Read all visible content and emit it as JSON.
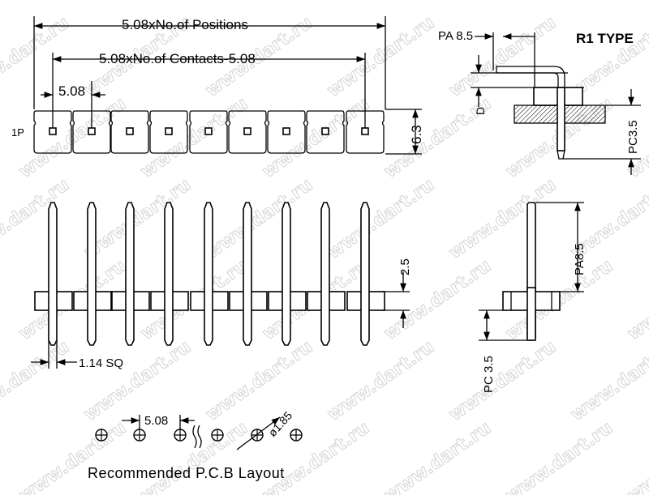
{
  "watermark": "www.dart.ru",
  "top_view": {
    "positions_dim": "5.08xNo.of Positions",
    "contacts_dim": "5.08xNo.of Contacts-5.08",
    "pitch": "5.08",
    "pin1": "1P",
    "height": "6.3"
  },
  "r1_view": {
    "title": "R1 TYPE",
    "pa": "PA 8.5",
    "d": "D",
    "pc": "PC3.5"
  },
  "side_view": {
    "housing": "2.5",
    "pin_size": "1.14 SQ"
  },
  "end_view": {
    "pa": "PA8.5",
    "pc": "PC 3.5"
  },
  "pcb_layout": {
    "pitch": "5.08",
    "hole": "ø1.85",
    "caption": "Recommended P.C.B Layout"
  }
}
